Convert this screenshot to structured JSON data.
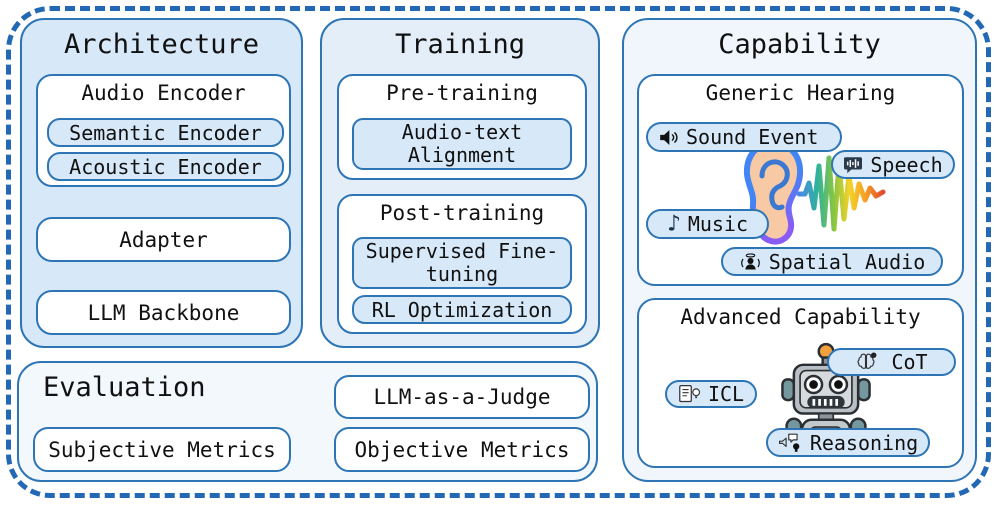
{
  "colors": {
    "outer_dashed_border": "#2368b4",
    "box_border": "#2e75b6",
    "architecture_fill": "#d7e9f9",
    "training_fill": "#e4eef9",
    "capability_fill": "#f0f6fc",
    "evaluation_fill": "#f3f8fd",
    "pill_fill": "#d7e9f9",
    "inner_box_fill": "#ffffff",
    "text": "#111111"
  },
  "architecture": {
    "title": "Architecture",
    "audio_encoder": {
      "title": "Audio Encoder",
      "items": [
        "Semantic Encoder",
        "Acoustic Encoder"
      ]
    },
    "adapter": "Adapter",
    "llm_backbone": "LLM Backbone"
  },
  "training": {
    "title": "Training",
    "pre_training": {
      "title": "Pre-training",
      "items": [
        "Audio-text Alignment"
      ]
    },
    "post_training": {
      "title": "Post-training",
      "items": [
        "Supervised Fine-tuning",
        "RL Optimization"
      ]
    }
  },
  "evaluation": {
    "title": "Evaluation",
    "judge": "LLM-as-a-Judge",
    "subjective": "Subjective Metrics",
    "objective": "Objective Metrics"
  },
  "capability": {
    "title": "Capability",
    "generic_hearing": {
      "title": "Generic Hearing",
      "illustration": "ear-with-rainbow-soundwave",
      "pills": [
        {
          "label": "Sound Event",
          "icon": "speaker-icon"
        },
        {
          "label": "Speech",
          "icon": "speech-waveform-icon"
        },
        {
          "label": "Music",
          "icon": "music-note-icon"
        },
        {
          "label": "Spatial Audio",
          "icon": "spatial-audio-icon"
        }
      ]
    },
    "advanced_capability": {
      "title": "Advanced Capability",
      "illustration": "robot",
      "pills": [
        {
          "label": "CoT",
          "icon": "brain-icon"
        },
        {
          "label": "ICL",
          "icon": "document-bulb-icon"
        },
        {
          "label": "Reasoning",
          "icon": "speech-bulb-icon"
        }
      ]
    }
  },
  "icons": {
    "music_note_glyph": "♪"
  }
}
